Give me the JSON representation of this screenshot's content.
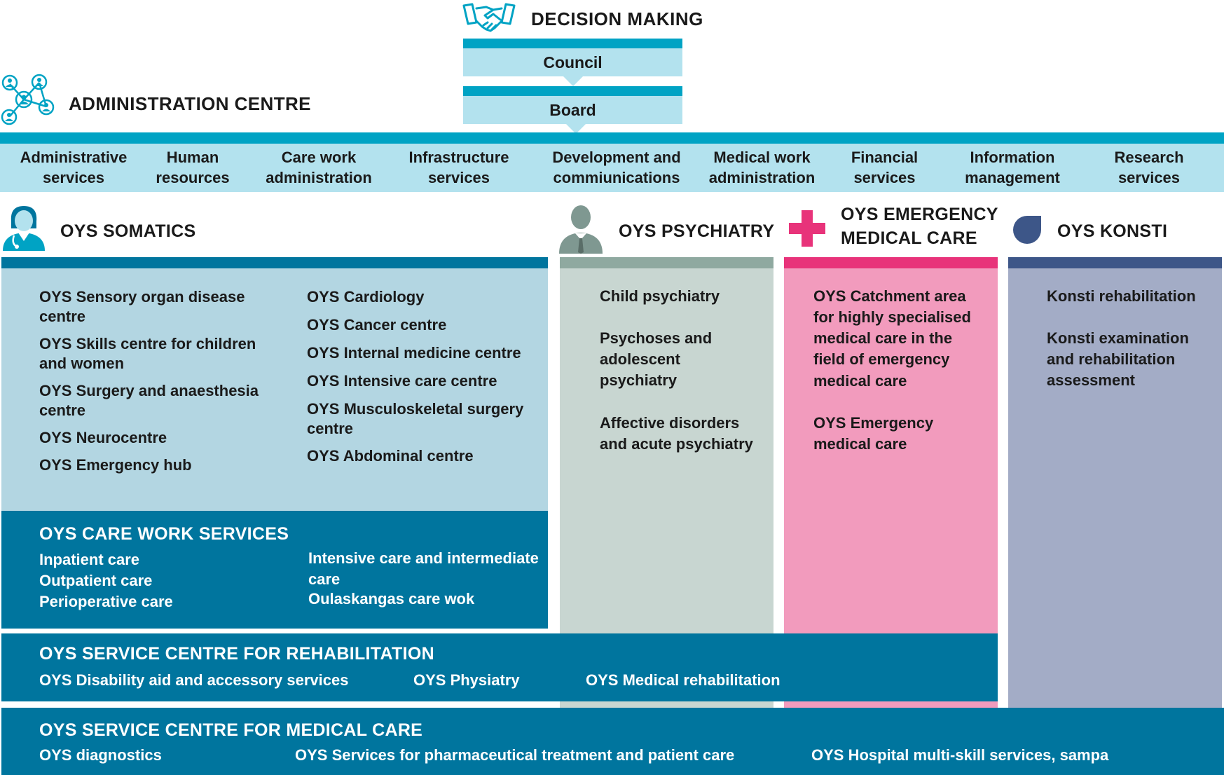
{
  "decision_making": {
    "title": "DECISION MAKING",
    "council": "Council",
    "board": "Board",
    "icon": "handshake-icon"
  },
  "administration": {
    "title": "ADMINISTRATION CENTRE",
    "icon": "network-people-icon",
    "items": [
      "Administrative\nservices",
      "Human\nresources",
      "Care work\nadministration",
      "Infrastructure\nservices",
      "Development and\ncommiunications",
      "Medical work\nadministration",
      "Financial\nservices",
      "Information\nmanagement",
      "Research\nservices"
    ]
  },
  "somatics": {
    "title": "OYS SOMATICS",
    "icon": "doctor-icon",
    "color": "#00759e",
    "bg": "#b3d6e2",
    "left_items": [
      "OYS Sensory organ disease centre",
      "OYS Skills centre for children and women",
      "OYS Surgery and anaesthesia centre",
      "OYS Neurocentre",
      "OYS Emergency hub"
    ],
    "right_items": [
      "OYS Cardiology",
      "OYS Cancer centre",
      "OYS Internal medicine centre",
      "OYS Intensive care centre",
      "OYS Musculoskeletal surgery centre",
      "OYS Abdominal centre"
    ]
  },
  "care_work": {
    "title": "OYS CARE WORK SERVICES",
    "left_items": [
      "Inpatient care",
      "Outpatient care",
      "Perioperative care"
    ],
    "right_items": [
      "Intensive care and intermediate care",
      "Oulaskangas care wok"
    ]
  },
  "psychiatry": {
    "title": "OYS PSYCHIATRY",
    "icon": "person-icon",
    "color": "#8fa9a0",
    "bg": "#c8d6d1",
    "items": [
      "Child psychiatry",
      "Psychoses and adolescent psychiatry",
      "Affective disorders and acute psychiatry"
    ]
  },
  "emergency": {
    "title": "OYS EMERGENCY MEDICAL CARE",
    "icon": "medical-cross-icon",
    "color": "#e8337a",
    "bg": "#f29bbd",
    "items": [
      "OYS Catchment area for highly specialised medical care in the field of emergency medical care",
      "OYS Emergency medical care"
    ]
  },
  "konsti": {
    "title": "OYS KONSTI",
    "icon": "drop-icon",
    "color": "#3d5688",
    "bg": "#a3acc6",
    "items": [
      "Konsti rehabilitation",
      "Konsti examination and rehabilitation assessment"
    ]
  },
  "rehabilitation": {
    "title": "OYS SERVICE CENTRE FOR REHABILITATION",
    "items": [
      "OYS Disability aid and accessory services",
      "OYS Physiatry",
      "OYS Medical rehabilitation"
    ]
  },
  "medical_care": {
    "title": "OYS SERVICE CENTRE FOR MEDICAL CARE",
    "items": [
      "OYS diagnostics",
      "OYS Services for pharmaceutical treatment and patient care",
      "OYS Hospital multi-skill services, sampa"
    ]
  }
}
